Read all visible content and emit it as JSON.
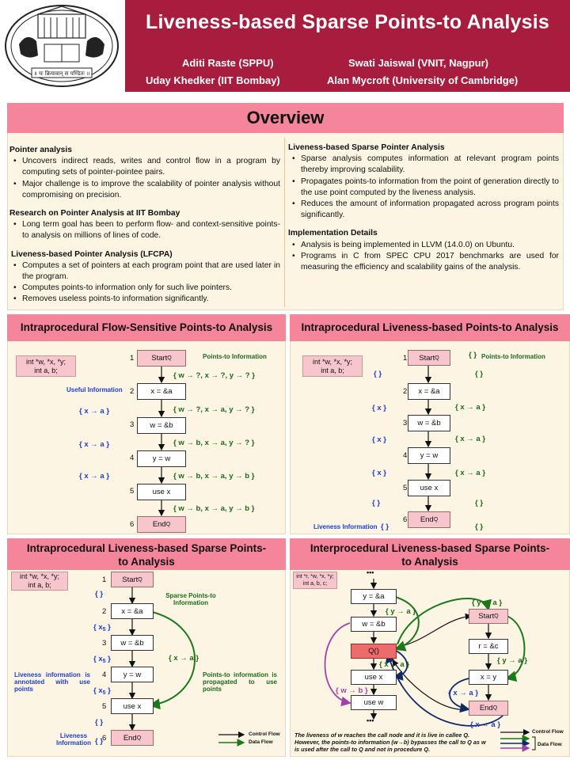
{
  "header": {
    "title": "Liveness-based Sparse Points-to Analysis",
    "authors": [
      "Aditi Raste (SPPU)",
      "Swati Jaiswal (VNIT, Nagpur)",
      "Uday Khedker (IIT Bombay)",
      "Alan Mycroft (University of Cambridge)"
    ],
    "logo_motto": "॥ यः क्रियावान् स पण्डितः ॥"
  },
  "overview": {
    "title": "Overview",
    "left": [
      {
        "heading": "Pointer analysis",
        "bullets": [
          "Uncovers indirect reads, writes and control flow in a program by computing sets of pointer-pointee pairs.",
          "Major challenge is to improve the scalability of pointer analysis without compromising on precision."
        ]
      },
      {
        "heading": "Research on Pointer Analysis at IIT Bombay",
        "bullets": [
          "Long term goal has been to perform flow- and context-sensitive points-to analysis on millions of lines of code."
        ]
      },
      {
        "heading": "Liveness-based Pointer Analysis (LFCPA)",
        "bullets": [
          "Computes a set of pointers at each program point that are used later in the program.",
          "Computes points-to information only for such live pointers.",
          "Removes useless points-to information significantly."
        ]
      }
    ],
    "right": [
      {
        "heading": "Liveness-based Sparse Pointer Analysis",
        "bullets": [
          "Sparse analysis computes information at relevant program points thereby improving scalability.",
          "Propagates points-to information from the point of generation directly to the use point computed by the liveness analysis.",
          "Reduces the amount of information propagated across program points significantly."
        ]
      },
      {
        "heading": "Implementation Details",
        "bullets": [
          "Analysis is being implemented in LLVM (14.0.0) on Ubuntu.",
          "Programs in C from SPEC CPU 2017 benchmarks are used for measuring the efficiency and scalability gains of the analysis."
        ]
      }
    ]
  },
  "sec1": {
    "title": "Intraprocedural Flow-Sensitive Points-to Analysis",
    "decl": [
      "int *w, *x, *y;",
      "int a, b;"
    ],
    "nodes": [
      "x = &a",
      "w = &b",
      "y = w",
      "use x"
    ],
    "start_prefix": "Start",
    "end_prefix": "End",
    "proc": "Q",
    "nums": [
      "1",
      "2",
      "3",
      "4",
      "5",
      "6"
    ],
    "pt_label": "Points-to Information",
    "useful_label": "Useful Information",
    "pt": [
      "{ w → ?, x → ?, y → ? }",
      "{ w → ?, x → a, y → ? }",
      "{ w → b, x → a, y → ? }",
      "{ w → b, x → a, y → b }",
      "{ w → b, x → a, y → b }"
    ],
    "useful": [
      "{ x → a }",
      "{ x → a }",
      "{ x → a }"
    ]
  },
  "sec2": {
    "title": "Intraprocedural Liveness-based  Points-to Analysis",
    "decl": [
      "int *w, *x, *y;",
      "int a, b;"
    ],
    "nodes": [
      "x = &a",
      "w = &b",
      "y = w",
      "use x"
    ],
    "start_prefix": "Start",
    "end_prefix": "End",
    "proc": "Q",
    "nums": [
      "1",
      "2",
      "3",
      "4",
      "5",
      "6"
    ],
    "pt_label": "Points-to Information",
    "liveness_label": "Liveness Information",
    "liveness": [
      "{ }",
      "{ x }",
      "{ x }",
      "{ x }",
      "{ }",
      "{ }"
    ],
    "pt": [
      "{ }",
      "{ }",
      "{ x → a }",
      "{ x → a }",
      "{ x → a }",
      "{ }",
      "{ }"
    ]
  },
  "sec3": {
    "title": "Intraprocedural Liveness-based Sparse Points-to Analysis",
    "decl": [
      "int *w, *x, *y;",
      "int a, b;"
    ],
    "nodes": [
      "x = &a",
      "w = &b",
      "y = w",
      "use x"
    ],
    "start_prefix": "Start",
    "end_prefix": "End",
    "proc": "Q",
    "nums": [
      "1",
      "2",
      "3",
      "4",
      "5",
      "6"
    ],
    "sparse_label": "Sparse Points-to Information",
    "edge_label": "{ x → a }",
    "liveness": [
      "{ }",
      "{ x",
      "}",
      "{ x",
      "}",
      "{ x",
      "}",
      "{ }",
      "{ }"
    ],
    "liveness_sub": "5",
    "note_liveness": "Liveness information is annotated with use points",
    "note_pt": "Points-to information is propagated to use points",
    "liveness_label": "Liveness Information",
    "legend": [
      "Control Flow",
      "Data Flow"
    ]
  },
  "sec4": {
    "title": "Interprocedural Liveness-based Sparse Points-to Analysis",
    "decl": [
      "int *r, *w, *x, *y;",
      "int a, b, c;"
    ],
    "left_nodes": [
      "y = &a",
      "w = &b",
      "Q()",
      "use x",
      "use w"
    ],
    "right_nodes": [
      "r = &c",
      "x = y"
    ],
    "start_prefix": "Start",
    "end_prefix": "End",
    "proc": "Q",
    "dots": "•••",
    "labels": [
      "{ y → a }",
      "{ x → a }",
      "{ w → b }",
      "{ y → a }",
      "{ y → a }",
      "{ x → a }",
      "{ x → a }"
    ],
    "note": "The liveness of w reaches the call node and it is live in callee Q. However, the points-to information (w→b) bypasses the call to Q as w is used after the call to Q and not in procedure Q.",
    "legend": [
      "Control Flow",
      "Data Flow"
    ]
  },
  "colors": {
    "banner": "#a81d3d",
    "section_head": "#f4859a",
    "panel": "#fdf5e3",
    "green": "#1a6b1a",
    "blue": "#1a3fd1",
    "purple": "#a040a8",
    "navy": "#0d2a6b"
  }
}
